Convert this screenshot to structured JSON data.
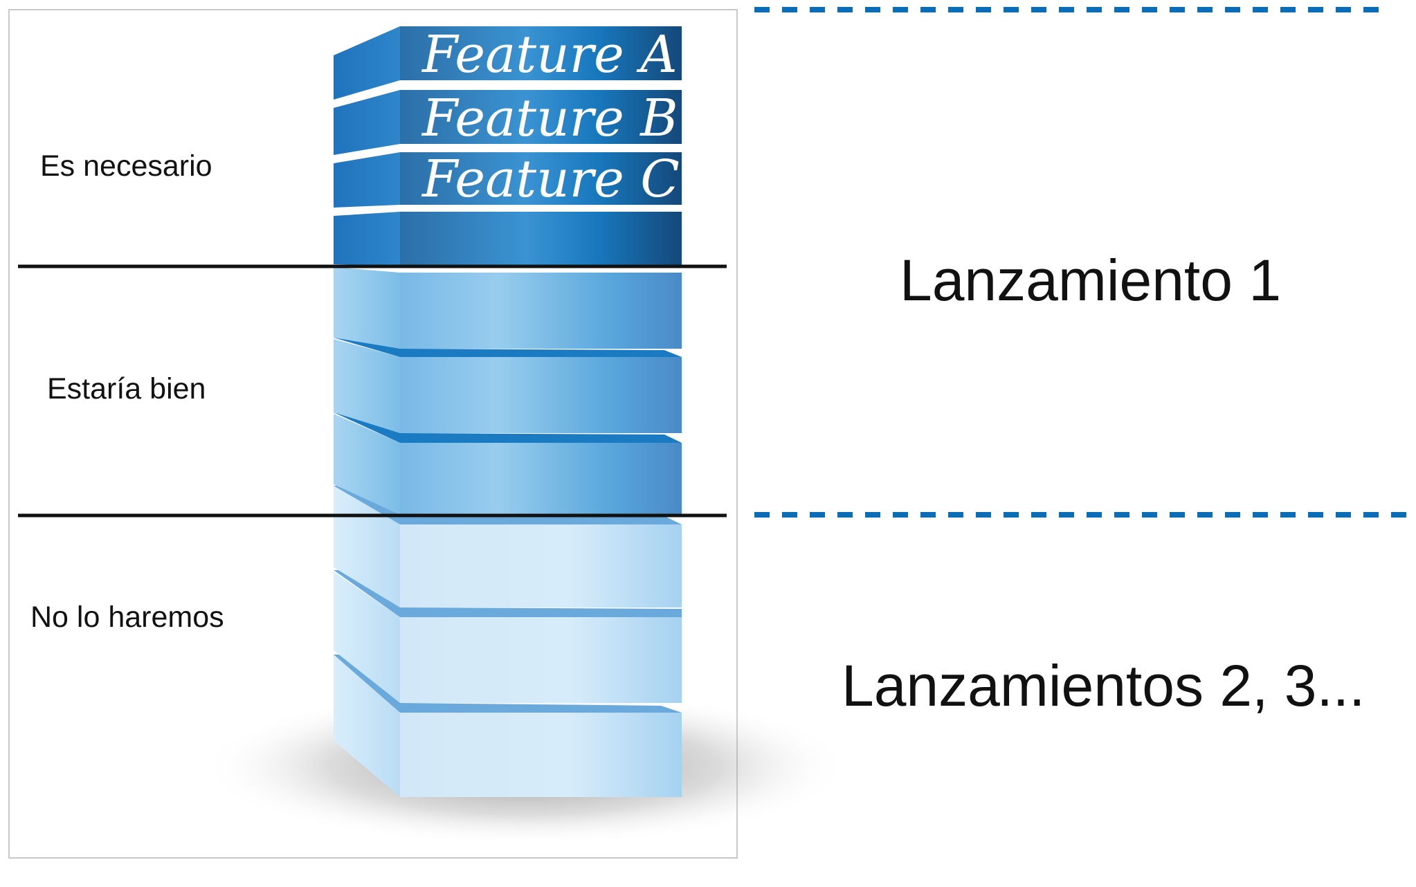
{
  "tiers": {
    "must_have": "Es necesario",
    "nice_to_have": "Estaría bien",
    "wont_do": "No lo haremos"
  },
  "features": [
    "Feature A",
    "Feature B",
    "Feature C"
  ],
  "releases": {
    "first": "Lanzamiento 1",
    "later": "Lanzamientos 2, 3..."
  },
  "colors": {
    "dashed_line": "#0b6db6",
    "divider": "#111111",
    "must_have_blue": "#1a6ab0",
    "nice_to_have_blue": "#4e9fd9",
    "wont_do_blue": "#bfe0f6"
  }
}
